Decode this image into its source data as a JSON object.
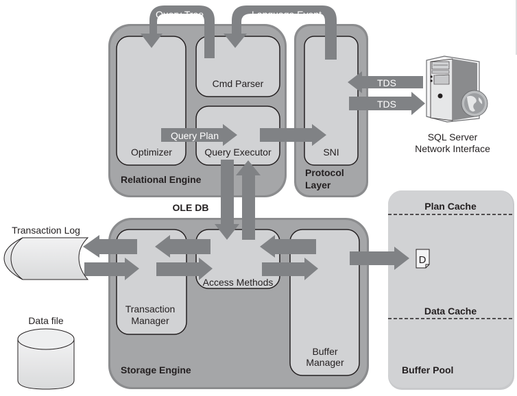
{
  "title": "SQL Server Architecture",
  "colors": {
    "outer_box": "#9a9b9d",
    "outer_box_edge": "#7d7e80",
    "inner_box": "#d1d2d4",
    "arrow": "#808285",
    "text": "#231f20"
  },
  "relational_engine": {
    "label": "Relational Engine",
    "components": {
      "optimizer": "Optimizer",
      "cmd_parser": "Cmd Parser",
      "query_executor": "Query Executor"
    }
  },
  "protocol_layer": {
    "label_line1": "Protocol",
    "label_line2": "Layer",
    "component": "SNI"
  },
  "storage_engine": {
    "label": "Storage Engine",
    "components": {
      "transaction_manager_line1": "Transaction",
      "transaction_manager_line2": "Manager",
      "access_methods": "Access Methods",
      "buffer_manager_line1": "Buffer",
      "buffer_manager_line2": "Manager"
    }
  },
  "buffer_pool": {
    "label": "Buffer Pool",
    "plan_cache": "Plan Cache",
    "data_cache": "Data Cache",
    "page_glyph": "D"
  },
  "flows": {
    "query_tree": "Query Tree",
    "language_event": "Language Event",
    "query_plan": "Query Plan",
    "tds_in": "TDS",
    "tds_out": "TDS",
    "ole_db": "OLE DB"
  },
  "external": {
    "network_interface_line1": "SQL Server",
    "network_interface_line2": "Network Interface",
    "transaction_log": "Transaction Log",
    "data_file": "Data file"
  }
}
